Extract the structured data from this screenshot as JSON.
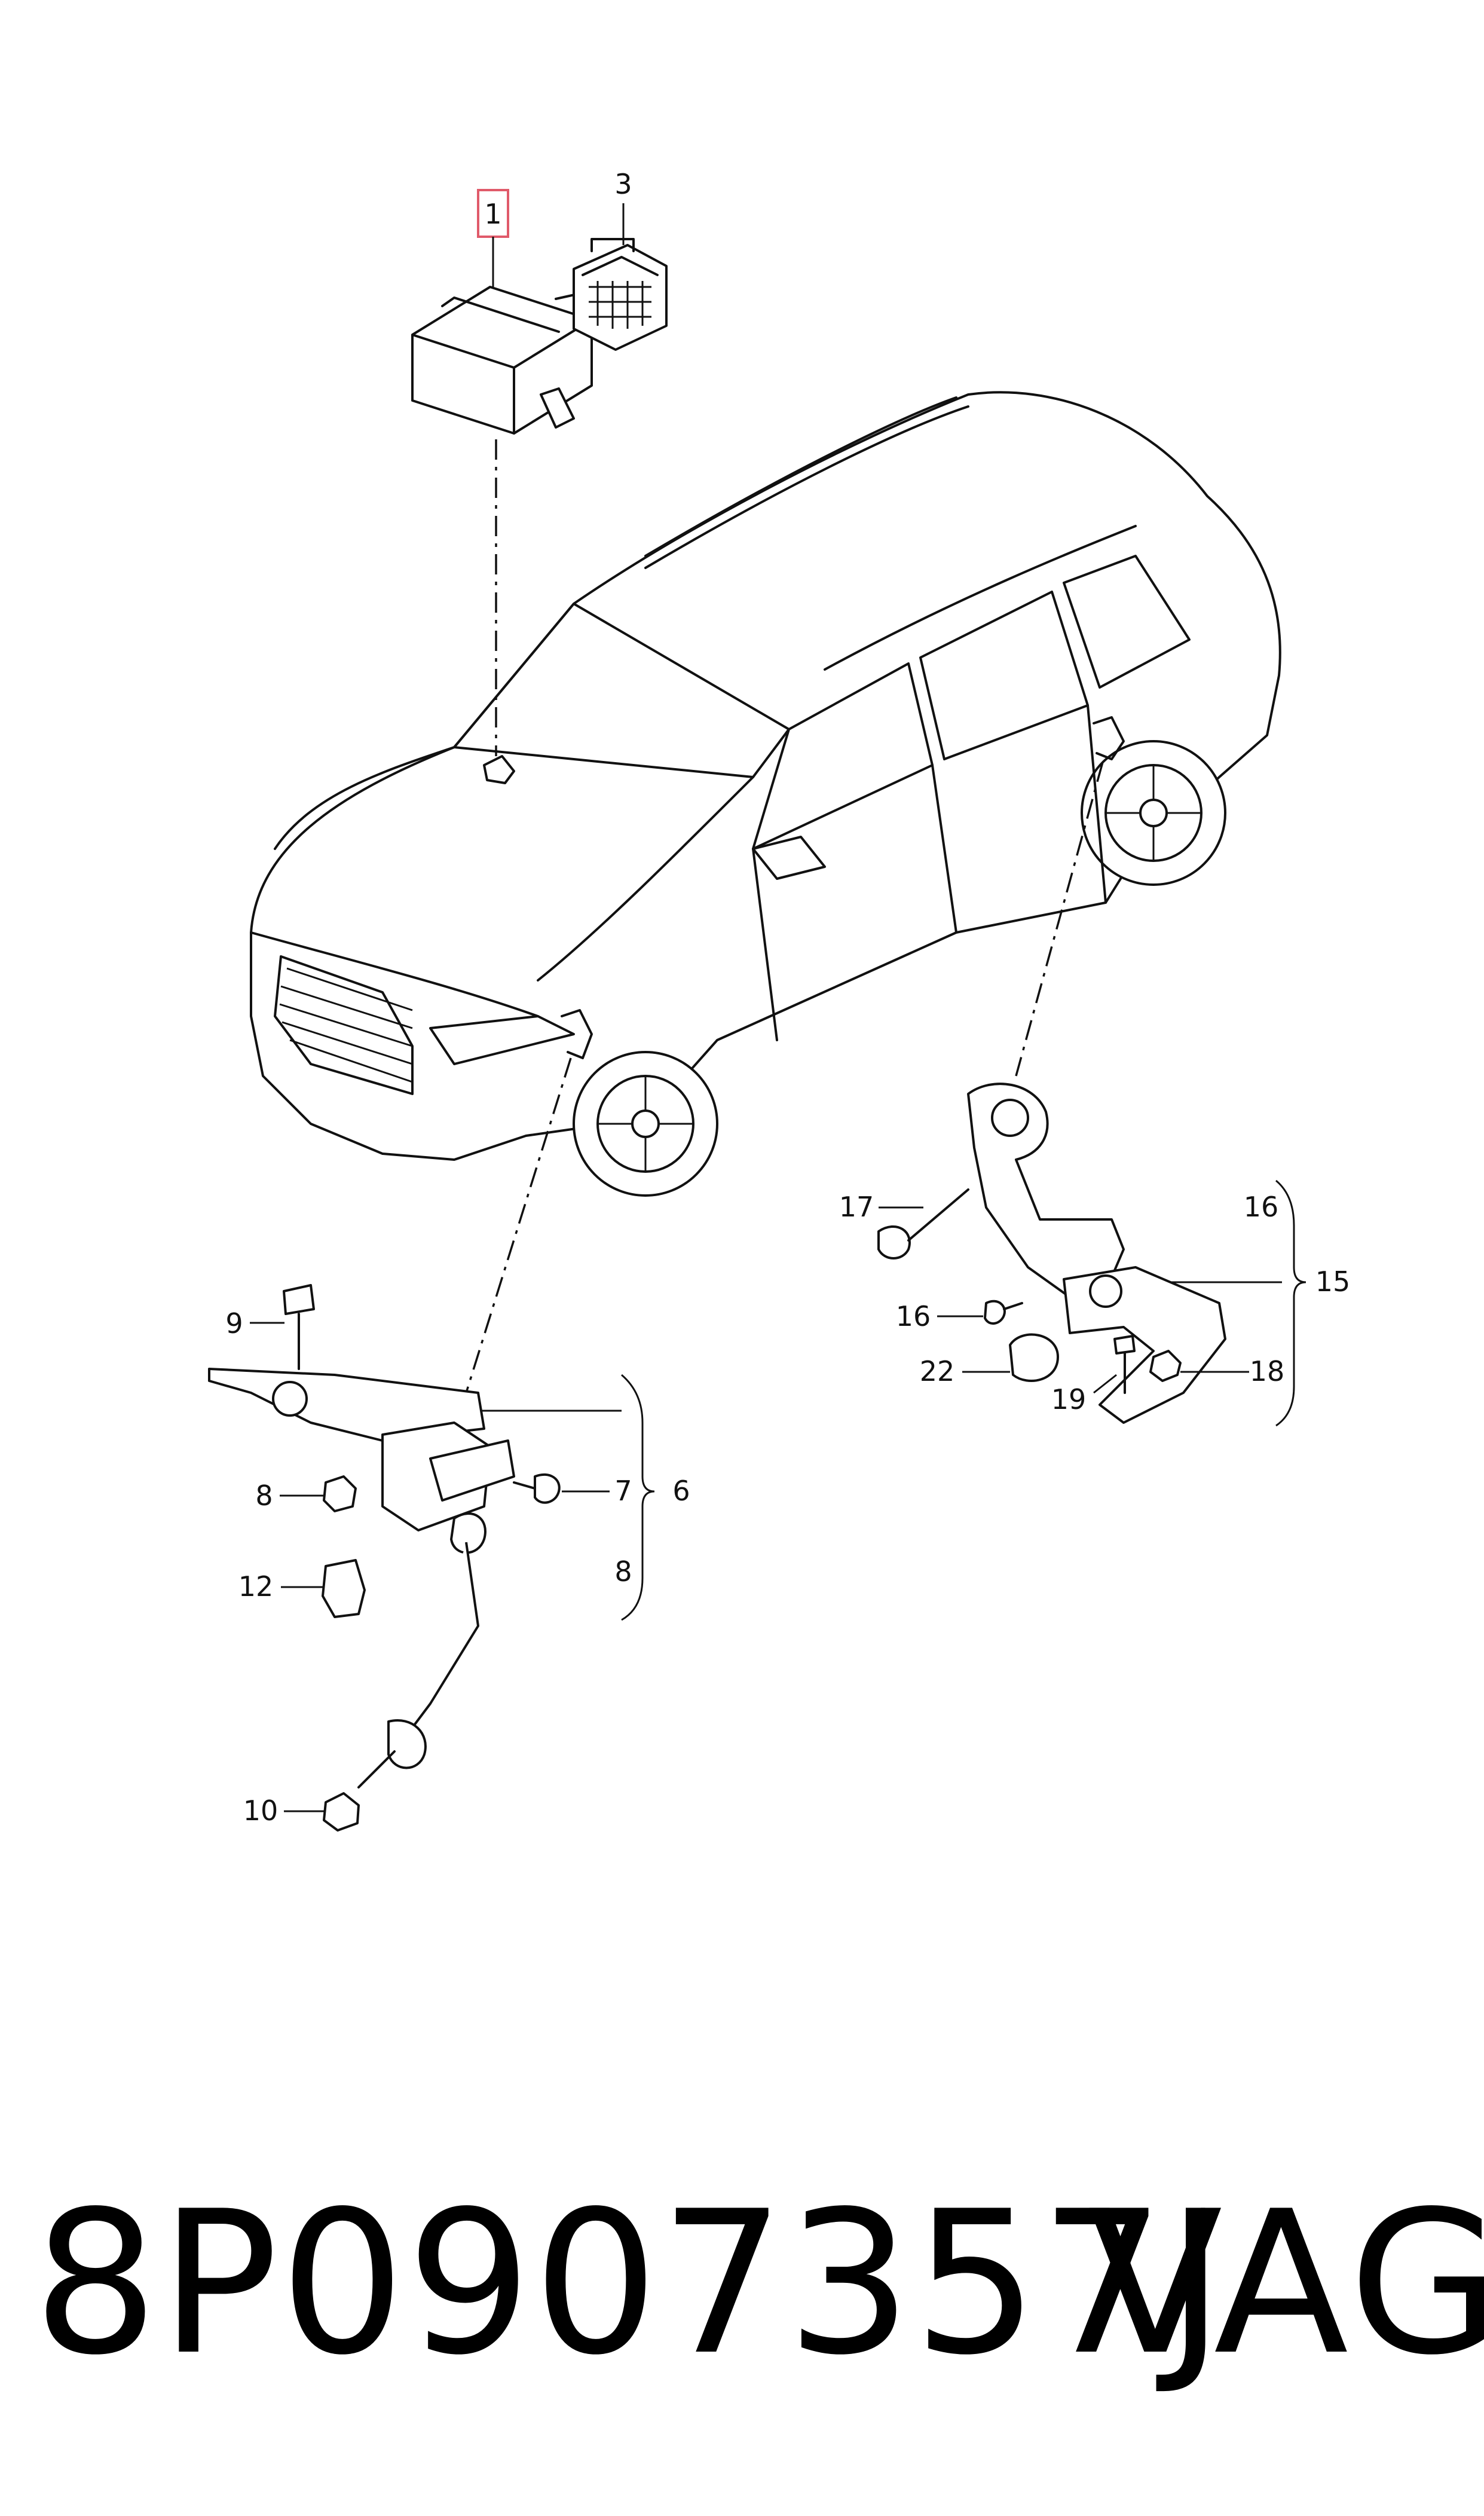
{
  "diagram": {
    "labels": {
      "l1": "1",
      "l3": "3",
      "l6": "6",
      "l7": "7",
      "l8a": "8",
      "l8b": "8",
      "l9": "9",
      "l10": "10",
      "l12": "12",
      "l15": "15",
      "l16a": "16",
      "l16b": "16",
      "l17": "17",
      "l18": "18",
      "l19": "19",
      "l22": "22"
    },
    "highlight_color": "#e05a6a"
  },
  "footer": {
    "part_number": "8P0907357J",
    "brand": "VAG"
  }
}
